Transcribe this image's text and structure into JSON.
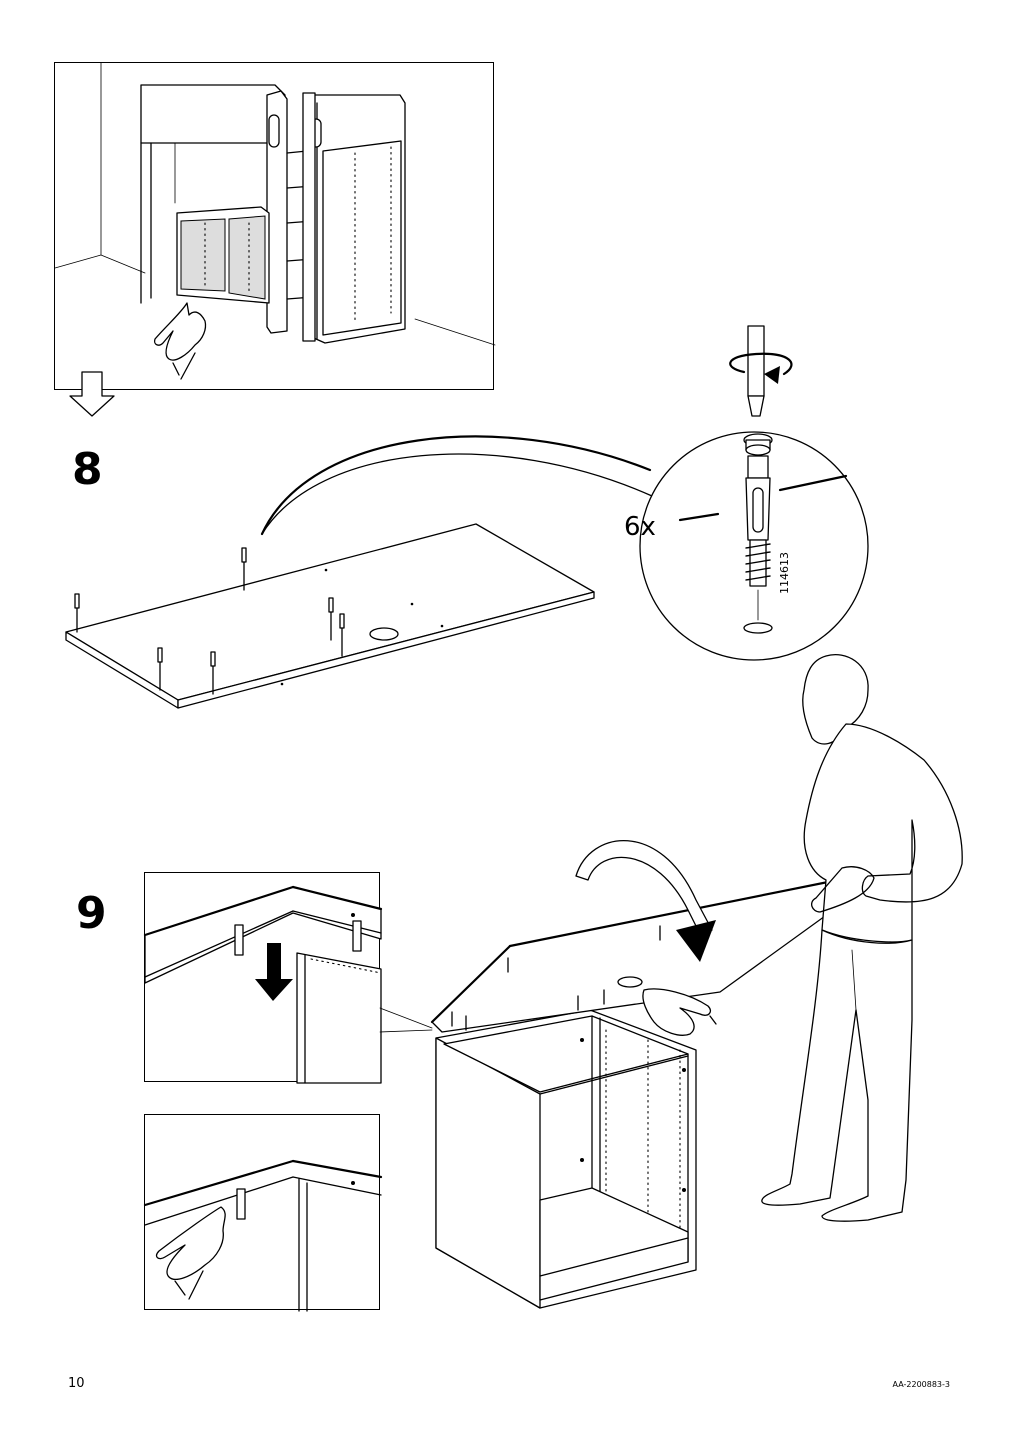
{
  "steps": {
    "step8": {
      "number": "8",
      "quantity": "6x",
      "part_number": "114613"
    },
    "step9": {
      "number": "9"
    }
  },
  "footer": {
    "page_number": "10",
    "document_code": "AA-2200883-3"
  },
  "icons": [
    "overview-bed-illustration",
    "hand-pointing-icon",
    "hollow-down-arrow-icon",
    "rotate-screwdriver-icon",
    "cam-dowel-icon",
    "curved-arrow-icon",
    "person-illustration",
    "cabinet-illustration"
  ]
}
